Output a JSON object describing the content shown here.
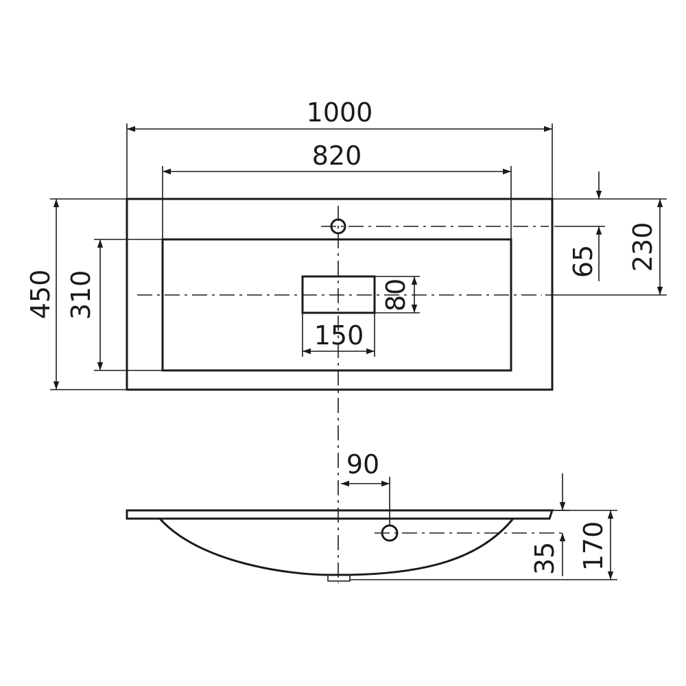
{
  "drawing": {
    "dimensions": {
      "overall_width": "1000",
      "inner_width": "820",
      "overall_depth": "450",
      "bowl_depth": "310",
      "tap_hole_offset": "65",
      "drain_center_offset": "230",
      "overflow_height": "80",
      "overflow_width": "150",
      "overflow_offset": "90",
      "overflow_vertical": "35",
      "total_height": "170"
    }
  }
}
